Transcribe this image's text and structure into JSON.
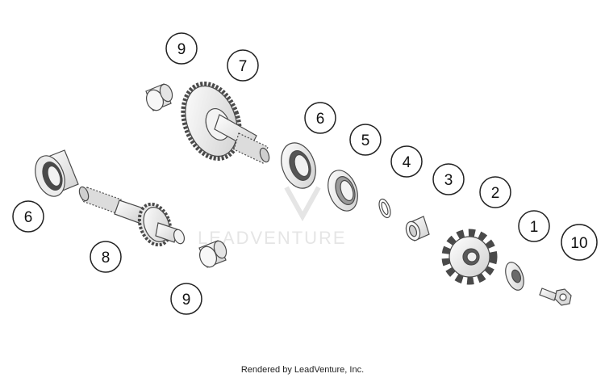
{
  "callouts": {
    "c9_top": "9",
    "c7": "7",
    "c6_mid": "6",
    "c5": "5",
    "c4": "4",
    "c3": "3",
    "c2": "2",
    "c1": "1",
    "c10": "10",
    "c6_left": "6",
    "c8": "8",
    "c9_bottom": "9"
  },
  "watermark": {
    "brand": "LEADVENTURE"
  },
  "footer": {
    "credit": "Rendered by LeadVenture, Inc."
  },
  "colors": {
    "stroke": "#4a4a4a",
    "part_fill": "#f2f2f2",
    "shade": "#bdbdbd",
    "watermark": "#d9d9d9"
  }
}
